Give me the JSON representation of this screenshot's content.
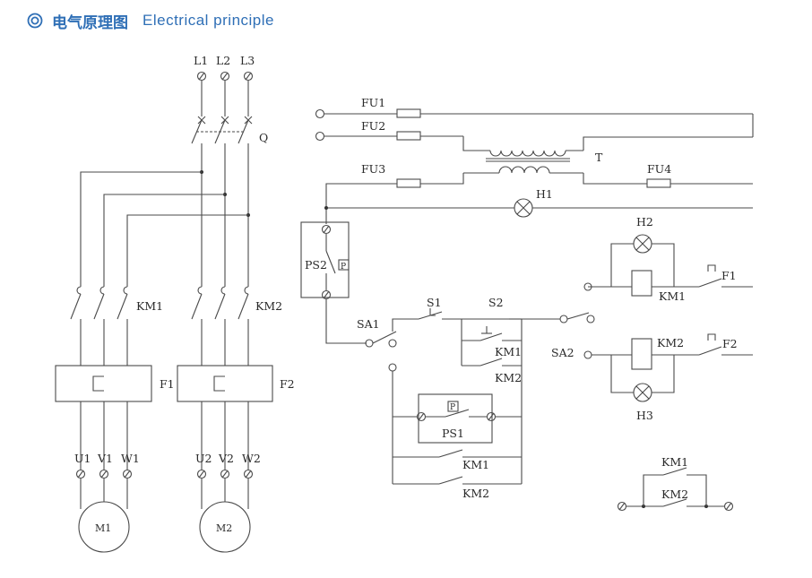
{
  "header": {
    "title_cn": "电气原理图",
    "title_en": "Electrical principle",
    "icon": "double-circle-icon"
  },
  "diagram": {
    "supply": [
      "L1",
      "L2",
      "L3"
    ],
    "main_switch": "Q",
    "contactors": [
      "KM1",
      "KM2"
    ],
    "overloads": [
      "F1",
      "F2"
    ],
    "terminals_m1": [
      "U1",
      "V1",
      "W1"
    ],
    "terminals_m2": [
      "U2",
      "V2",
      "W2"
    ],
    "motors": [
      "M1",
      "M2"
    ],
    "fuses": [
      "FU1",
      "FU2",
      "FU3",
      "FU4"
    ],
    "transformer": "T",
    "lamps": [
      "H1",
      "H2",
      "H3"
    ],
    "pressure_switches": [
      "PS2",
      "PS1"
    ],
    "pressure_symbol": "P",
    "selector_switches": [
      "SA1",
      "SA2"
    ],
    "push_buttons": [
      "S1",
      "S2"
    ],
    "coil_labels": [
      "KM1",
      "KM2"
    ],
    "aux_contacts": [
      "KM1",
      "KM2",
      "KM1",
      "KM2"
    ],
    "interlock_labels": [
      "KM1",
      "KM2"
    ]
  },
  "colors": {
    "title": "#2f6fb6",
    "line": "#4a4a4a"
  }
}
